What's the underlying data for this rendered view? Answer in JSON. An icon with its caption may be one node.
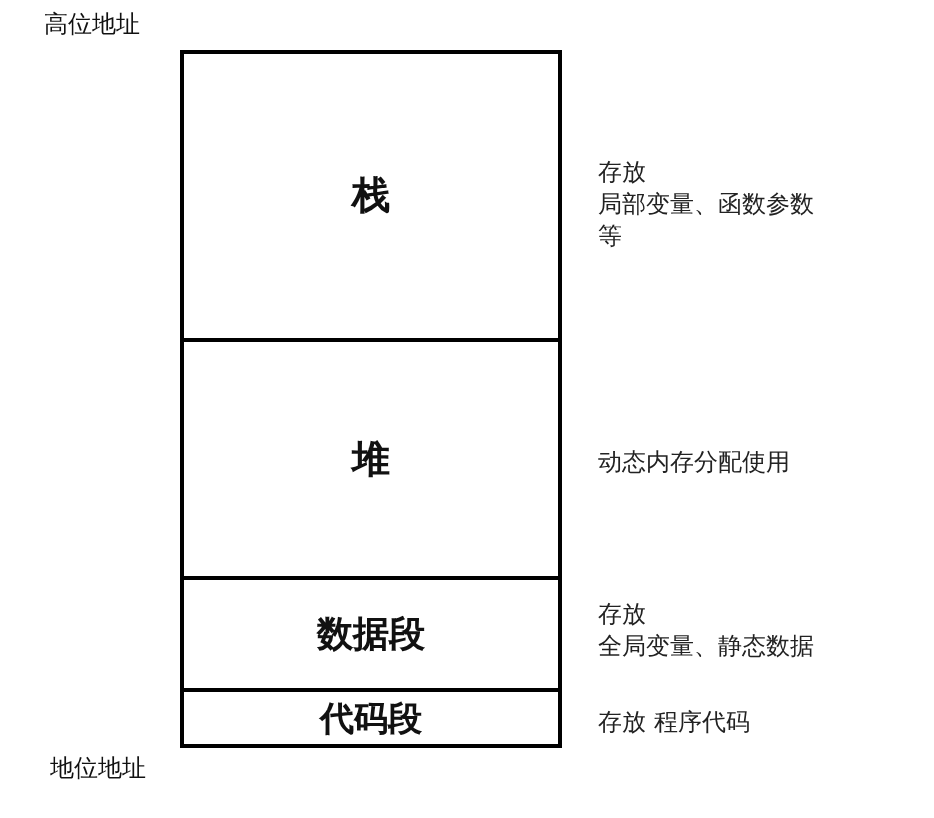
{
  "diagram": {
    "nodes": [
      {
        "text": [
          "栈"
        ],
        "beside": [
          "存放",
          "局部变量、函数参数等"
        ]
      },
      {
        "text": [
          "堆"
        ],
        "beside": [
          "动态内存分配使用"
        ]
      },
      {
        "text": [
          "数据段"
        ],
        "beside": [
          "存放",
          "全局变量、静态数据"
        ]
      },
      {
        "text": [
          "代码段"
        ],
        "beside": [
          "存放 程序代码"
        ]
      }
    ],
    "labels": [
      "高位地址",
      "地位地址"
    ]
  }
}
